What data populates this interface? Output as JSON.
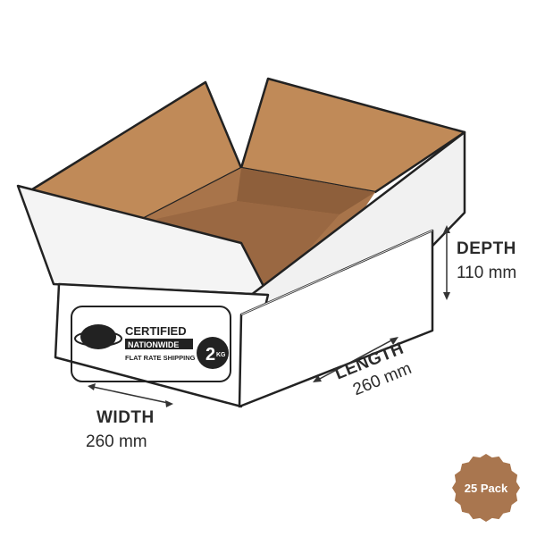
{
  "dimensions": {
    "depth": {
      "label": "DEPTH",
      "value": "110 mm"
    },
    "width": {
      "label": "WIDTH",
      "value": "260 mm"
    },
    "length": {
      "label": "LENGTH",
      "value": "260 mm"
    }
  },
  "logo": {
    "line1": "CERTIFIED",
    "line2": "NATIONWIDE",
    "line3": "FLAT RATE SHIPPING",
    "weight": "2",
    "weight_unit": "KG"
  },
  "badge": {
    "text": "25 Pack",
    "color": "#a9764f"
  },
  "colors": {
    "cardboard": "#c08a58",
    "box_white": "#ffffff",
    "outline": "#222222"
  }
}
